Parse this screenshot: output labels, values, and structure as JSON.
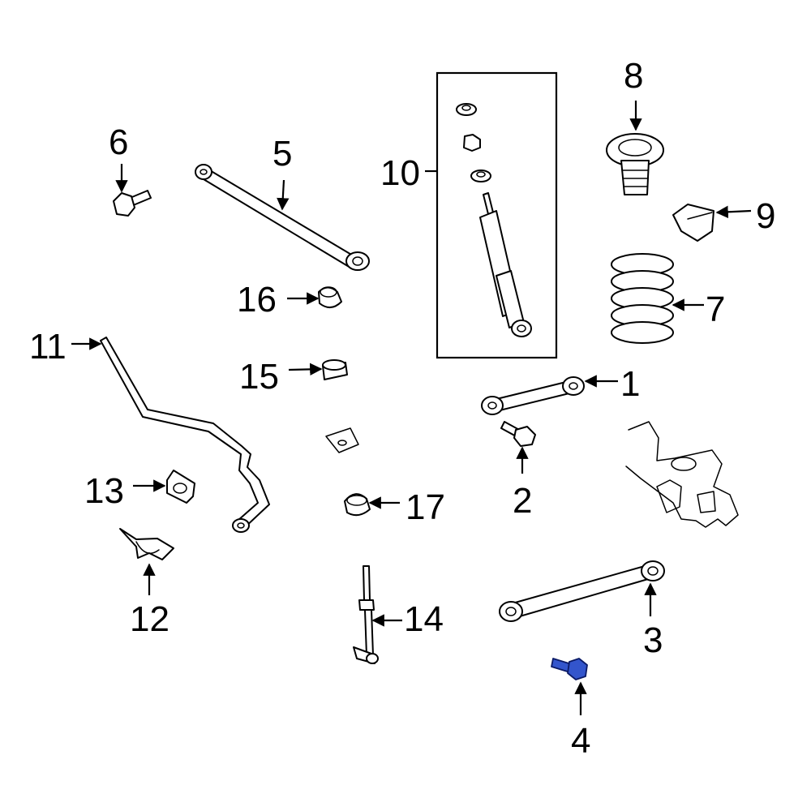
{
  "callouts": {
    "c1": "1",
    "c2": "2",
    "c3": "3",
    "c4": "4",
    "c5": "5",
    "c6": "6",
    "c7": "7",
    "c8": "8",
    "c9": "9",
    "c10": "10",
    "c11": "11",
    "c12": "12",
    "c13": "13",
    "c14": "14",
    "c15": "15",
    "c16": "16",
    "c17": "17"
  },
  "highlighted_part": "4",
  "colors": {
    "highlight": "#3355cc",
    "line": "#000000",
    "background": "#ffffff"
  }
}
